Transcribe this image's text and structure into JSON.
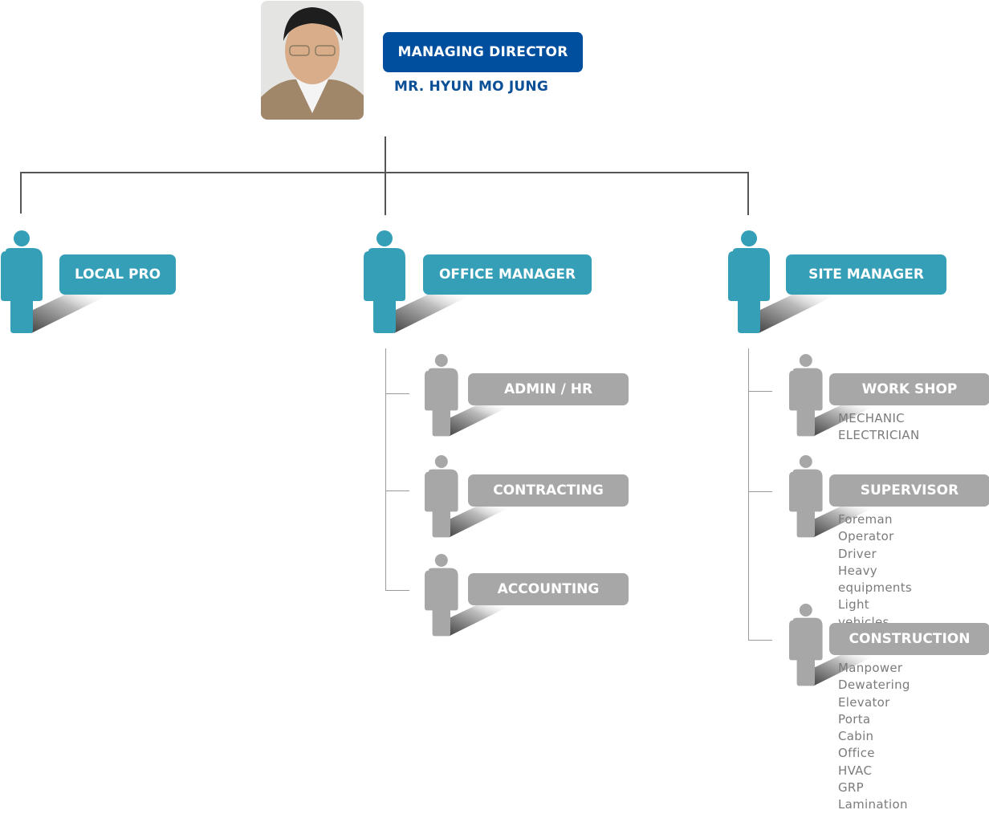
{
  "colors": {
    "director_blue": "#004f9f",
    "name_blue": "#0b4f96",
    "teal": "#369fb8",
    "grey": "#a7a7a7",
    "subtext": "#7b7b7b",
    "connector": "#555555"
  },
  "director": {
    "title": "MANAGING DIRECTOR",
    "name": "MR. HYUN MO JUNG",
    "photo_alt": "portrait-photo"
  },
  "level1": [
    {
      "label": "LOCAL PRO",
      "icon": "person-icon"
    },
    {
      "label": "OFFICE MANAGER",
      "icon": "person-icon"
    },
    {
      "label": "SITE MANAGER",
      "icon": "person-icon"
    }
  ],
  "office_children": [
    {
      "label": "ADMIN / HR",
      "icon": "person-icon"
    },
    {
      "label": "CONTRACTING",
      "icon": "person-icon"
    },
    {
      "label": "ACCOUNTING",
      "icon": "person-icon"
    }
  ],
  "site_children": [
    {
      "label": "WORK SHOP",
      "icon": "person-icon",
      "items": [
        "MECHANIC",
        "ELECTRICIAN"
      ]
    },
    {
      "label": "SUPERVISOR",
      "icon": "person-icon",
      "items": [
        "Foreman",
        "Operator",
        "Driver",
        "Heavy equipments",
        "Light vehicles"
      ]
    },
    {
      "label": "CONSTRUCTION",
      "icon": "person-icon",
      "items": [
        "Manpower",
        "Dewatering",
        "Elevator",
        "Porta Cabin Office",
        "HVAC",
        "GRP Lamination"
      ]
    }
  ]
}
